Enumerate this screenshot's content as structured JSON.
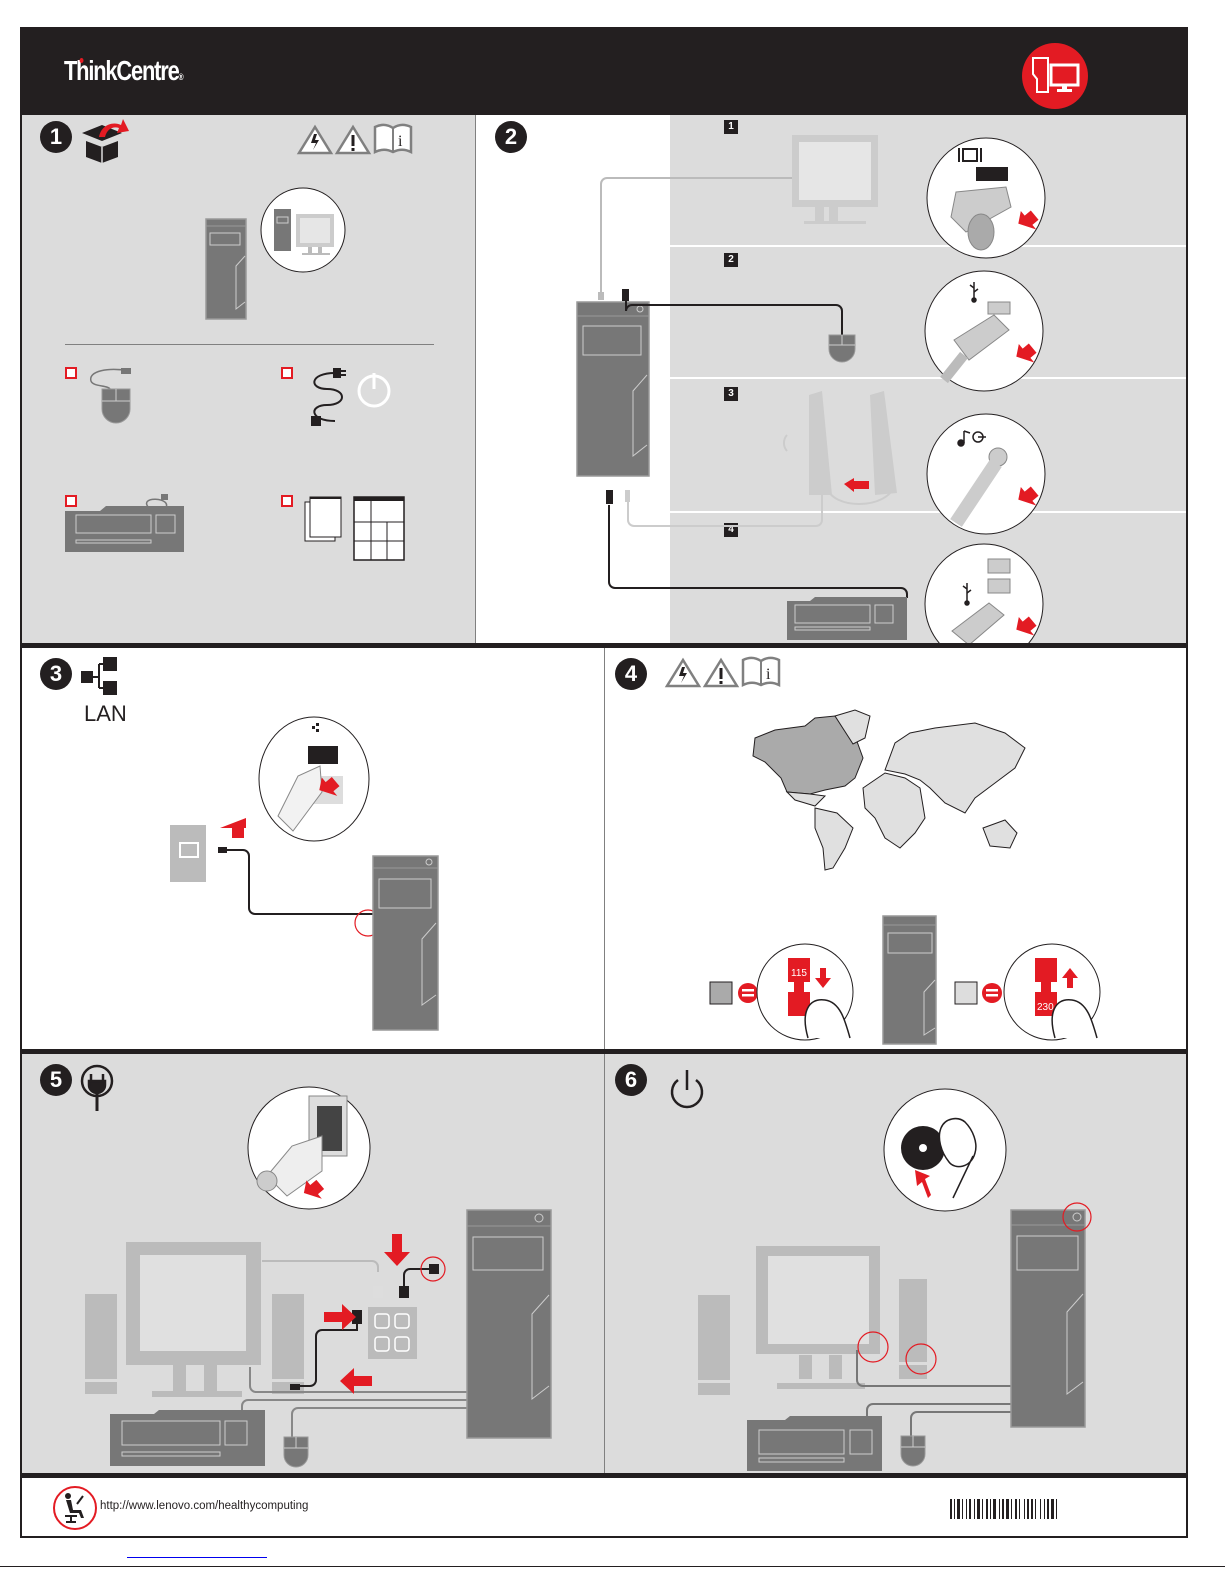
{
  "header": {
    "brand": "ThinkCentre",
    "brand_mark": "®",
    "badge_icon": "desktop-computer-icon"
  },
  "colors": {
    "accent_red": "#e31b23",
    "header_black": "#231f20",
    "panel_gray": "#dcdcdc",
    "device_gray": "#777777"
  },
  "steps": [
    {
      "number": "1",
      "icons": [
        "unpack-box-icon",
        "electrical-hazard-icon",
        "warning-icon",
        "read-manual-icon"
      ],
      "checklist": [
        {
          "item": "mouse",
          "icon": "mouse-icon",
          "checked": false
        },
        {
          "item": "power-cord",
          "icon": "power-cord-icon",
          "checked": false
        },
        {
          "item": "keyboard",
          "icon": "keyboard-icon",
          "checked": false
        },
        {
          "item": "documentation",
          "icon": "documents-icon",
          "checked": false
        }
      ]
    },
    {
      "number": "2",
      "substeps": [
        {
          "number": "1",
          "device": "monitor",
          "port_icon": "vga-port-icon"
        },
        {
          "number": "2",
          "device": "mouse",
          "port_icon": "usb-icon"
        },
        {
          "number": "3",
          "device": "speakers",
          "port_icon": "audio-out-icon"
        },
        {
          "number": "4",
          "device": "keyboard",
          "port_icon": "usb-icon"
        }
      ]
    },
    {
      "number": "3",
      "icon": "network-icon",
      "label": "LAN"
    },
    {
      "number": "4",
      "icons": [
        "electrical-hazard-icon",
        "warning-icon",
        "read-manual-icon"
      ],
      "voltage_options": [
        {
          "region_swatch": "dark-gray",
          "value": "115",
          "direction": "down"
        },
        {
          "region_swatch": "light-gray",
          "value": "230",
          "direction": "up"
        }
      ]
    },
    {
      "number": "5",
      "icon": "power-plug-icon"
    },
    {
      "number": "6",
      "icon": "power-button-icon"
    }
  ],
  "footer": {
    "icon": "healthy-computing-icon",
    "url": "http://www.lenovo.com/healthycomputing",
    "barcode": "barcode"
  }
}
